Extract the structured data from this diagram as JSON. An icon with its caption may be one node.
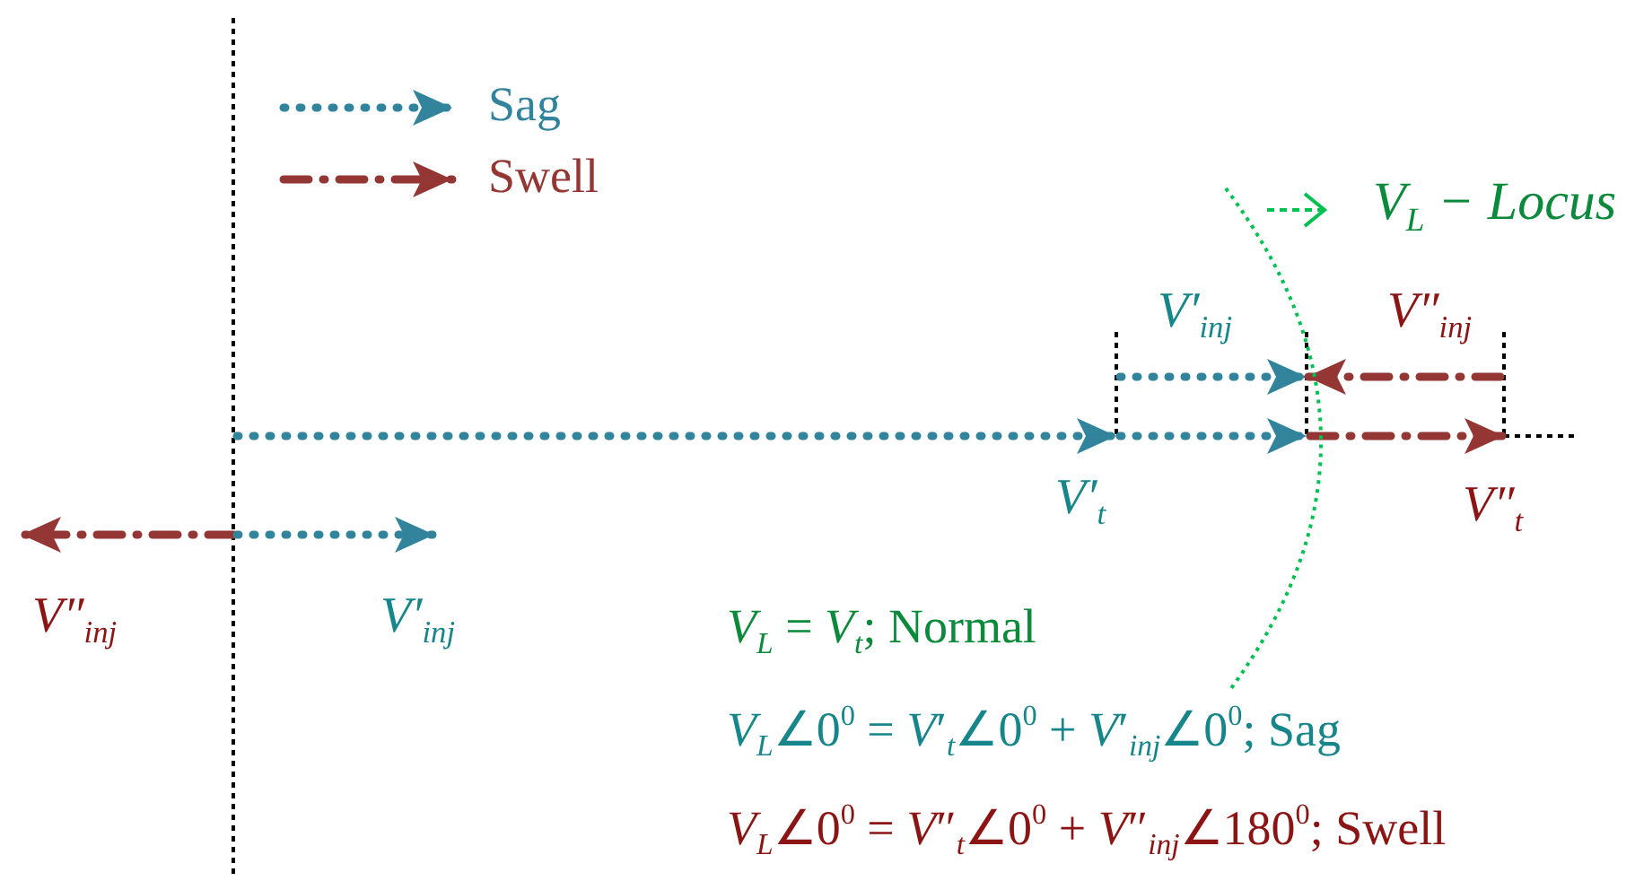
{
  "diagram": {
    "nodes": [
      {
        "text": [
          "V$_{L}$ − Locus"
        ]
      },
      {
        "text": [],
        "shape": "curve"
      }
    ],
    "edges": [
      {
        "from": 1,
        "to": 0,
        "arrow": "to",
        "style": "dashed"
      }
    ],
    "labels": [
      "V′$_{inj}$",
      "V″$_{inj}$",
      "V′$_{t}$",
      "V″$_{t}$",
      "V″$_{inj}$",
      "V′$_{inj}$",
      "*V*$_{L}$ = *V*$_{t}$; Normal",
      "*V*$_{L}$∠0$^{0}$ = *V*′$_{t}$∠0$^{0}$ + *V*′$_{inj}$∠0$^{0}$; Sag",
      "*V*$_{L}$∠0$^{0}$ = *V*″$_{t}$∠0$^{0}$ + *V*″$_{inj}$∠180$^{0}$; Swell"
    ],
    "legend": [
      {
        "text": "Sag"
      },
      {
        "text": "Swell"
      }
    ]
  }
}
